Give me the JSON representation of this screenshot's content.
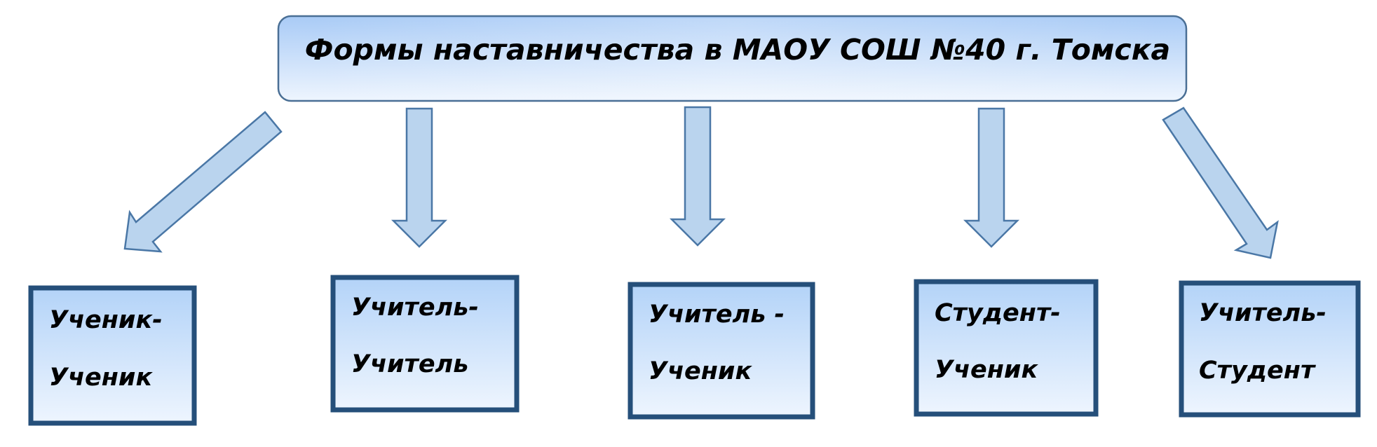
{
  "title": "Формы наставничества в МАОУ СОШ №40 г. Томска",
  "forms": [
    {
      "line1": "Ученик-",
      "line2": "Ученик"
    },
    {
      "line1": "Учитель-",
      "line2": "Учитель"
    },
    {
      "line1": "Учитель -",
      "line2": "Ученик"
    },
    {
      "line1": "Студент-",
      "line2": "Ученик"
    },
    {
      "line1": "Учитель-",
      "line2": "Студент"
    }
  ],
  "colors": {
    "box_border": "#254f7a",
    "arrow_fill": "#bad4ee",
    "arrow_stroke": "#4a77a6",
    "gradient_top": "#b3d3f8",
    "gradient_bottom": "#eef5fe"
  }
}
